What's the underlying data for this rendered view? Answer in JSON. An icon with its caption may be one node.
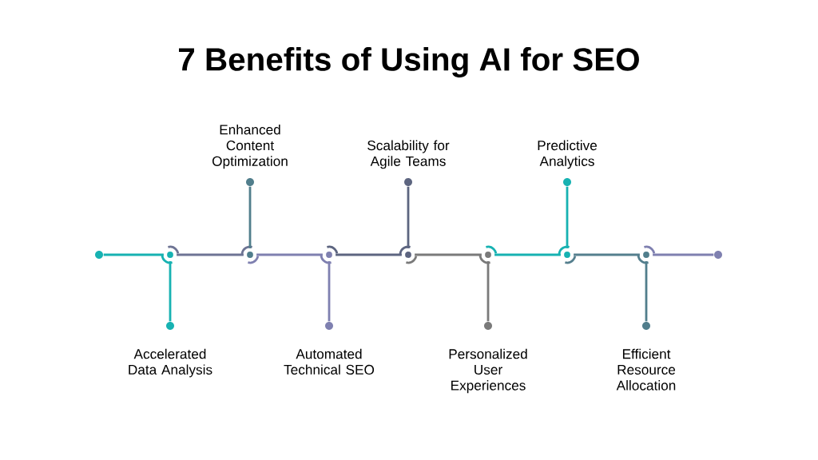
{
  "diagram": {
    "title": "7 Benefits of Using AI for SEO",
    "nodes": [
      {
        "text": [],
        "shape": "circle"
      },
      {
        "text": [],
        "shape": "circle"
      },
      {
        "text": [],
        "shape": "circle"
      },
      {
        "text": [],
        "shape": "circle"
      },
      {
        "text": [],
        "shape": "circle"
      },
      {
        "text": [],
        "shape": "circle"
      },
      {
        "text": [],
        "shape": "circle"
      },
      {
        "text": [],
        "shape": "circle"
      },
      {
        "text": [],
        "shape": "circle"
      },
      {
        "text": [],
        "shape": "circle",
        "beside": [
          "Accelerated Data Analysis"
        ]
      },
      {
        "text": [],
        "shape": "circle",
        "beside": [
          "Enhanced Content Optimization"
        ]
      },
      {
        "text": [],
        "shape": "circle",
        "beside": [
          "Automated Technical SEO"
        ]
      },
      {
        "text": [],
        "shape": "circle",
        "beside": [
          "Scalability for Agile Teams"
        ]
      },
      {
        "text": [],
        "shape": "circle",
        "beside": [
          "Personalized User Experiences"
        ]
      },
      {
        "text": [],
        "shape": "circle",
        "beside": [
          "Predictive Analytics"
        ]
      },
      {
        "text": [],
        "shape": "circle",
        "beside": [
          "Efficient Resource Allocation"
        ]
      }
    ],
    "edges": [
      {
        "from": 0,
        "to": 1,
        "arrow": "none",
        "color": "#17b2b2"
      },
      {
        "from": 1,
        "to": 2,
        "arrow": "none",
        "color": "#6e7494"
      },
      {
        "from": 2,
        "to": 3,
        "arrow": "none",
        "color": "#7f80b0"
      },
      {
        "from": 3,
        "to": 4,
        "arrow": "none",
        "color": "#5d6580"
      },
      {
        "from": 4,
        "to": 5,
        "arrow": "none",
        "color": "#7a7a7a"
      },
      {
        "from": 5,
        "to": 6,
        "arrow": "none",
        "color": "#17b2b2"
      },
      {
        "from": 6,
        "to": 7,
        "arrow": "none",
        "color": "#557f8e"
      },
      {
        "from": 7,
        "to": 8,
        "arrow": "none",
        "color": "#7f80b0"
      },
      {
        "from": 1,
        "to": 9,
        "arrow": "none",
        "color": "#17b2b2"
      },
      {
        "from": 2,
        "to": 10,
        "arrow": "none",
        "color": "#517e8c"
      },
      {
        "from": 3,
        "to": 11,
        "arrow": "none",
        "color": "#7f80b0"
      },
      {
        "from": 4,
        "to": 12,
        "arrow": "none",
        "color": "#5d6580"
      },
      {
        "from": 5,
        "to": 13,
        "arrow": "none",
        "color": "#7a7a7a"
      },
      {
        "from": 6,
        "to": 14,
        "arrow": "none",
        "color": "#17b2b2"
      },
      {
        "from": 7,
        "to": 15,
        "arrow": "none",
        "color": "#517e8c"
      }
    ]
  }
}
